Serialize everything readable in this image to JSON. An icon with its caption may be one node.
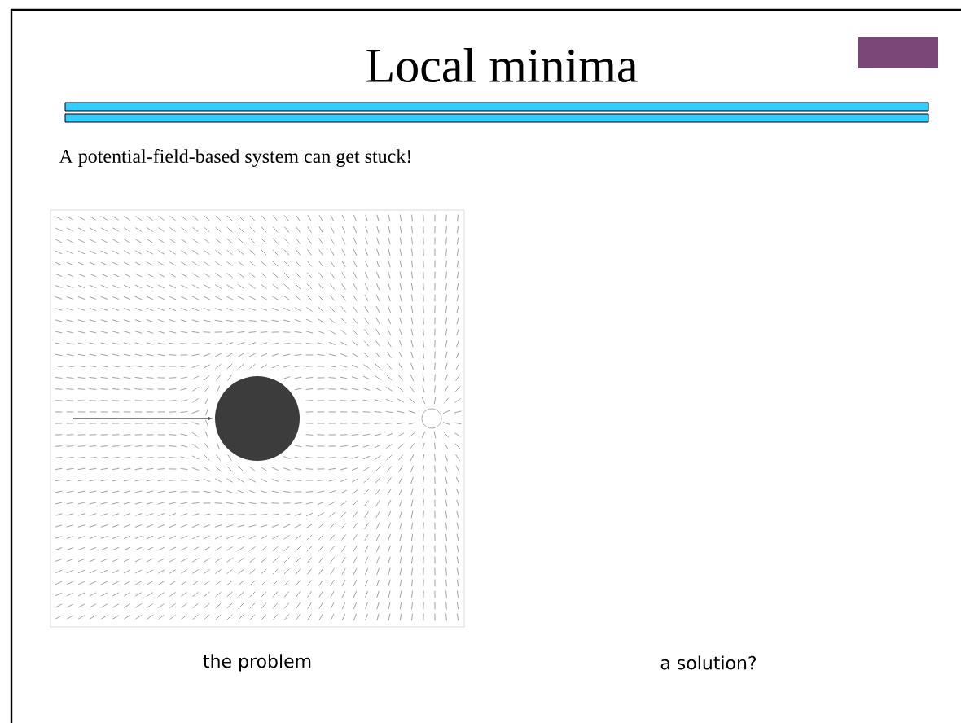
{
  "diagram": {
    "title": "Local minima",
    "labels": [
      "A potential-field-based system can get stuck!",
      "the problem",
      "a solution?"
    ]
  }
}
